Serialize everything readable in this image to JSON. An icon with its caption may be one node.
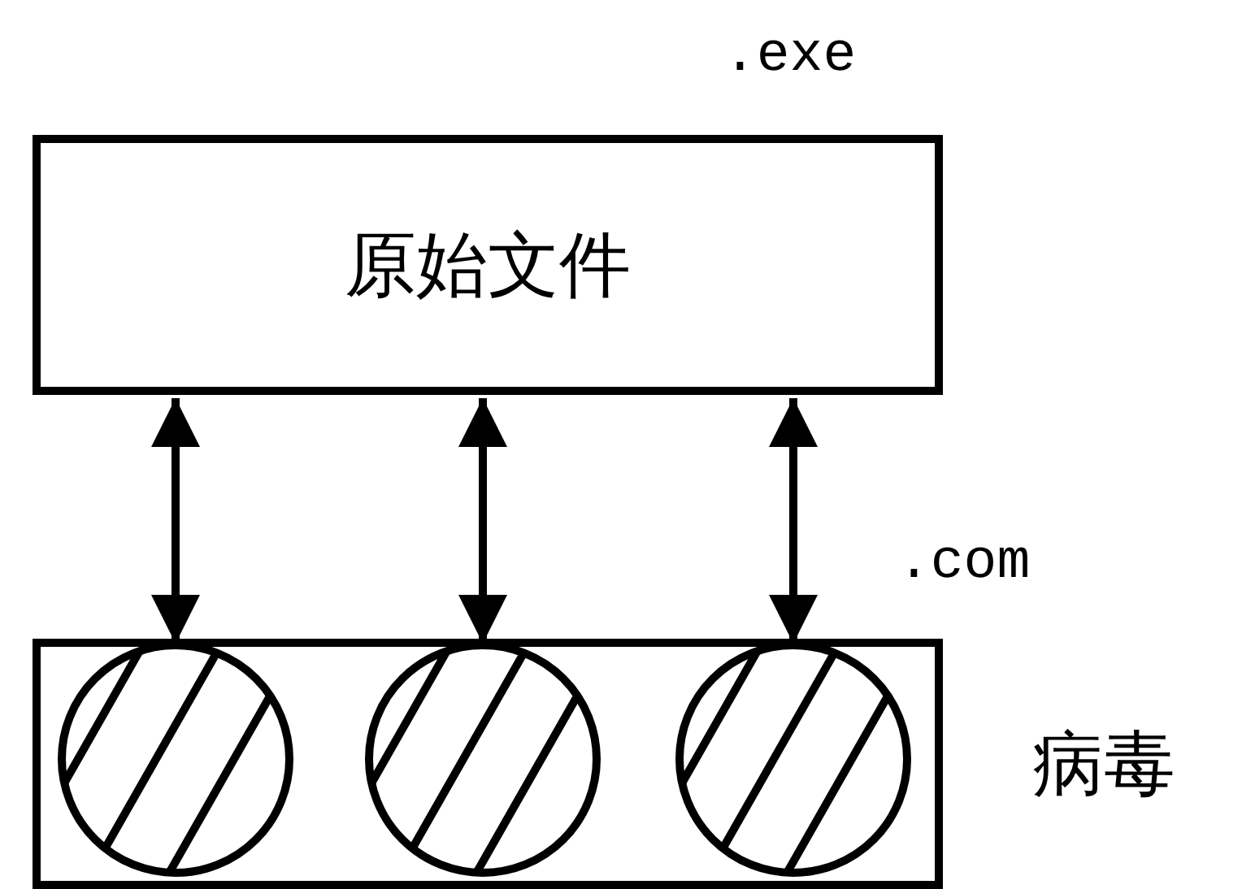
{
  "diagram": {
    "nodes": [
      {
        "text": [
          "原始文件"
        ]
      },
      {
        "text": [],
        "shape": "box",
        "beside": [
          "病毒"
        ]
      },
      {
        "text": [],
        "shape": "circle",
        "in": 1
      },
      {
        "text": [],
        "shape": "circle",
        "in": 1
      },
      {
        "text": [],
        "shape": "circle",
        "in": 1
      }
    ],
    "edges": [
      {
        "from": 0,
        "to": 2,
        "arrow": "both"
      },
      {
        "from": 0,
        "to": 3,
        "arrow": "both"
      },
      {
        "from": 0,
        "to": 4,
        "arrow": "both"
      }
    ],
    "labels": [
      ".exe",
      ".com"
    ]
  }
}
